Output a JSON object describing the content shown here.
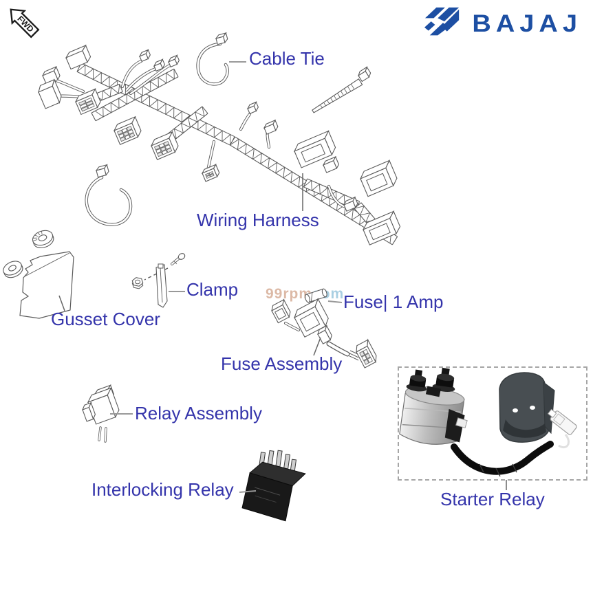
{
  "page": {
    "background": "#ffffff"
  },
  "header": {
    "fwd_marker": "FWD",
    "brand_wordmark": "BAJAJ"
  },
  "watermark": {
    "part1": "99rpm",
    "part2": "com"
  },
  "part_labels": {
    "cable_tie": "Cable Tie",
    "wiring_harness": "Wiring Harness",
    "clamp": "Clamp",
    "gusset_cover": "Gusset Cover",
    "fuse": "Fuse| 1 Amp",
    "fuse_assembly": "Fuse Assembly",
    "relay_assembly": "Relay Assembly",
    "interlocking_relay": "Interlocking Relay",
    "starter_relay": "Starter Relay"
  },
  "colors": {
    "label_text": "#3434ab",
    "brand_blue": "#1d4fa3",
    "line_art": "#5a5a5a",
    "leader_gray": "#999999"
  }
}
